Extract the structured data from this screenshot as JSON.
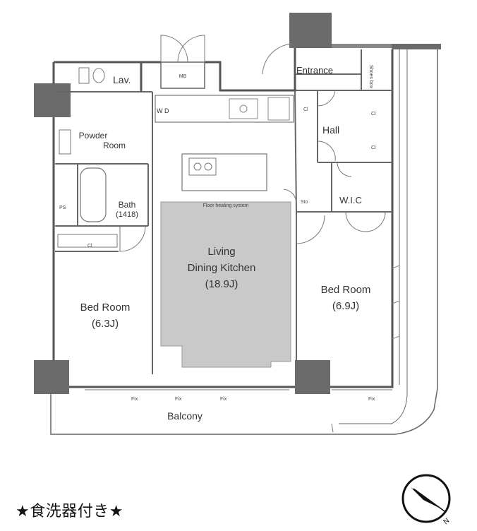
{
  "rooms": {
    "lav": "Lav.",
    "entrance": "Entrance",
    "hall": "Hall",
    "powder_room_line1": "Powder",
    "powder_room_line2": "Room",
    "bath_line1": "Bath",
    "bath_line2": "(1418)",
    "wic": "W.I.C",
    "floor_heating": "Floor heating system",
    "ldk_line1": "Living",
    "ldk_line2": "Dining Kitchen",
    "ldk_line3": "(18.9J)",
    "bedroom_right_line1": "Bed Room",
    "bedroom_right_line2": "(6.9J)",
    "bedroom_left_line1": "Bed Room",
    "bedroom_left_line2": "(6.3J)",
    "balcony": "Balcony"
  },
  "fixtures": {
    "mb": "MB",
    "shoes_box": "Shoes box",
    "cl_a": "Cl",
    "cl_b": "Cl",
    "cl_c": "Cl",
    "cl_d": "Cl",
    "sto": "Sto",
    "ps": "PS",
    "wd": "W D",
    "fix_a": "Fix",
    "fix_b": "Fix",
    "fix_c": "Fix",
    "fix_d": "Fix"
  },
  "note": "★食洗器付き★",
  "compass": {
    "north_label": "N",
    "icon": "north-compass-icon"
  },
  "colors": {
    "wall": "#6b6b6b",
    "ldk_floor_heating": "#c9c9c9",
    "line": "#555555"
  }
}
